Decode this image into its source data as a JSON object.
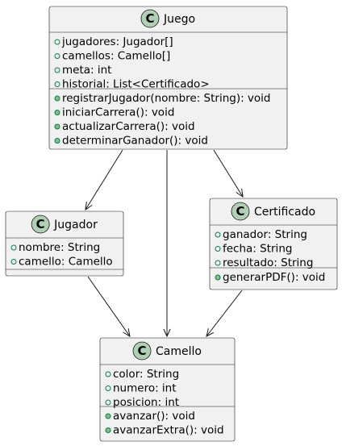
{
  "classes": [
    {
      "id": "juego",
      "stereotype_letter": "C",
      "name": "Juego",
      "fields": [
        "jugadores: Jugador[]",
        "camellos: Camello[]",
        "meta: int",
        "historial: List<Certificado>"
      ],
      "methods": [
        "registrarJugador(nombre: String): void",
        "iniciarCarrera(): void",
        "actualizarCarrera(): void",
        "determinarGanador(): void"
      ]
    },
    {
      "id": "jugador",
      "stereotype_letter": "C",
      "name": "Jugador",
      "fields": [
        "nombre: String",
        "camello: Camello"
      ],
      "methods": []
    },
    {
      "id": "certificado",
      "stereotype_letter": "C",
      "name": "Certificado",
      "fields": [
        "ganador: String",
        "fecha: String",
        "resultado: String"
      ],
      "methods": [
        "generarPDF(): void"
      ]
    },
    {
      "id": "camello",
      "stereotype_letter": "C",
      "name": "Camello",
      "fields": [
        "color: String",
        "numero: int",
        "posicion: int"
      ],
      "methods": [
        "avanzar(): void",
        "avanzarExtra(): void"
      ]
    }
  ],
  "relations": [
    {
      "from": "juego",
      "to": "jugador"
    },
    {
      "from": "juego",
      "to": "camello"
    },
    {
      "from": "juego",
      "to": "certificado"
    },
    {
      "from": "jugador",
      "to": "camello"
    },
    {
      "from": "certificado",
      "to": "camello"
    }
  ],
  "colors": {
    "box_fill": "#f1f1f1",
    "border": "#181818",
    "badge_fill": "#add1b2",
    "visibility_public": "#038048",
    "method_dot_fill": "#84be84"
  }
}
